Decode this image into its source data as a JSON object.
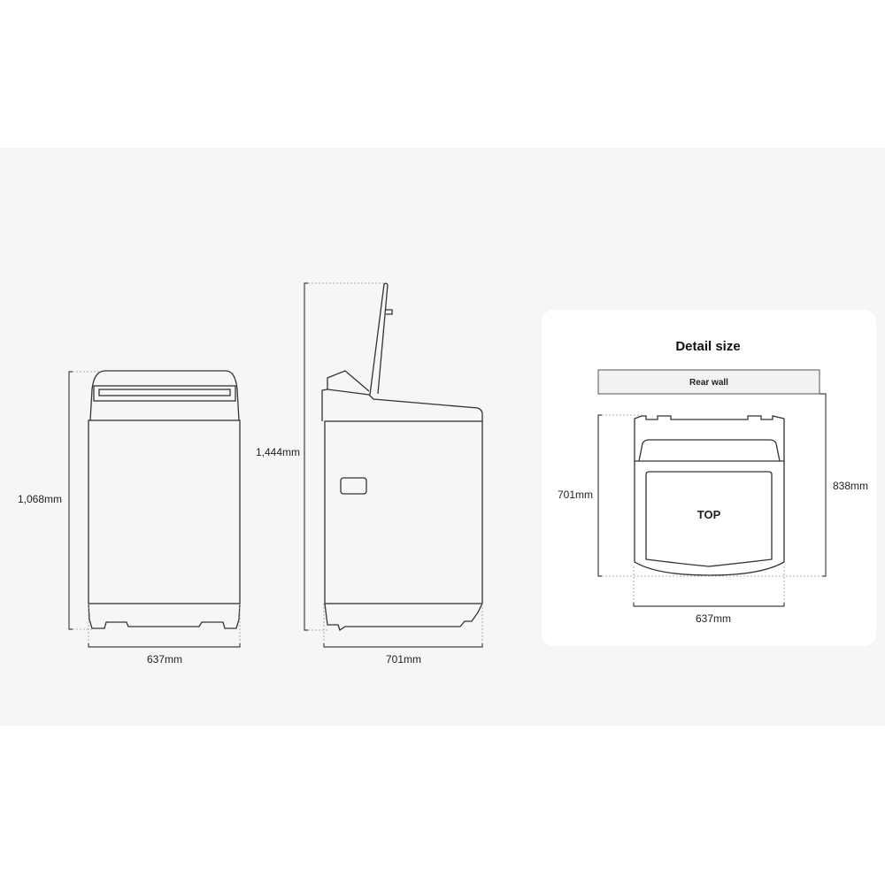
{
  "front_view": {
    "height_label": "1,068mm",
    "width_label": "637mm"
  },
  "side_view": {
    "height_label": "1,444mm",
    "width_label": "701mm"
  },
  "detail": {
    "title": "Detail size",
    "rear_wall_label": "Rear wall",
    "top_label": "TOP",
    "depth_label": "701mm",
    "depth_with_clearance_label": "838mm",
    "width_label": "637mm"
  }
}
